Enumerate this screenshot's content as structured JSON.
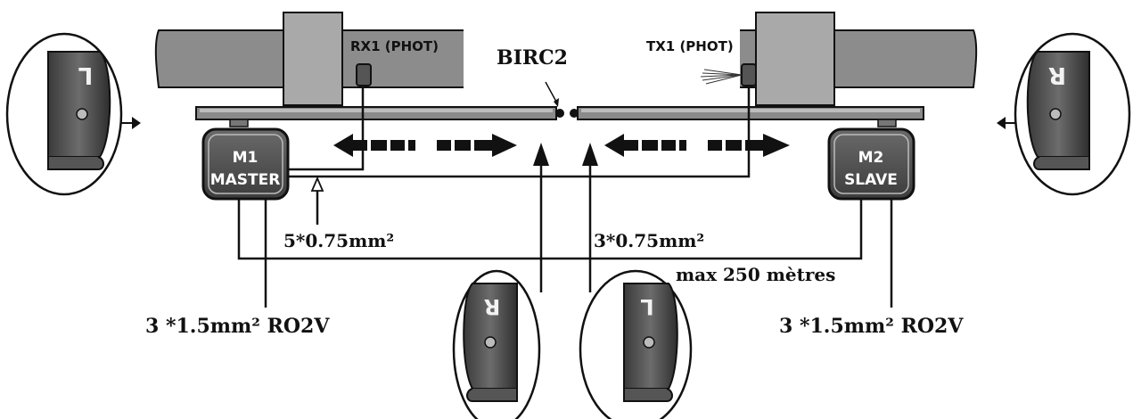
{
  "labels": {
    "rx1": "RX1 (PHOT)",
    "tx1": "TX1 (PHOT)",
    "birc2": "BIRC2",
    "m1_line1": "M1",
    "m1_line2": "MASTER",
    "m2_line1": "M2",
    "m2_line2": "SLAVE",
    "cable_photocell": "5*0.75mm²",
    "cable_link": "3*0.75mm²",
    "cable_link_max": "max 250 mètres",
    "cable_power_left": "3 *1.5mm² RO2V",
    "cable_power_right": "3 *1.5mm² RO2V"
  },
  "side_markers": {
    "left_outer": "L",
    "right_outer": "R",
    "bottom_left": "R",
    "bottom_right": "L"
  }
}
